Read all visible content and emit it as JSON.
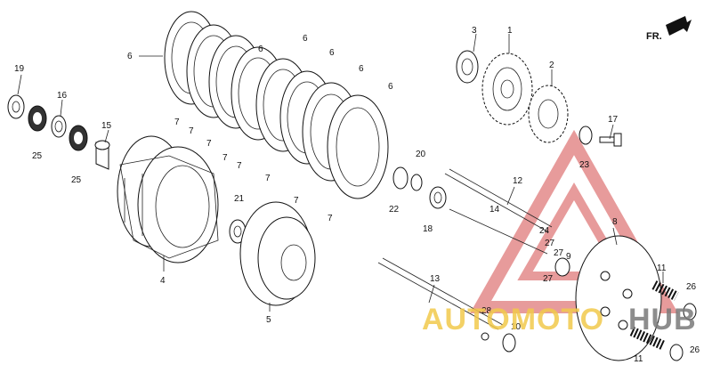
{
  "diagram": {
    "direction_label": "FR.",
    "watermark": {
      "text_a": "AUTOMOTO",
      "text_b": "HUB",
      "color_a": "#f2c94c",
      "color_b": "#7a7a7a",
      "triangle_color": "#e07a7a"
    },
    "callouts": [
      {
        "id": "c1",
        "text": "1"
      },
      {
        "id": "c2",
        "text": "2"
      },
      {
        "id": "c3",
        "text": "3"
      },
      {
        "id": "c4",
        "text": "4"
      },
      {
        "id": "c5",
        "text": "5"
      },
      {
        "id": "c6a",
        "text": "6"
      },
      {
        "id": "c6b",
        "text": "6"
      },
      {
        "id": "c6c",
        "text": "6"
      },
      {
        "id": "c6d",
        "text": "6"
      },
      {
        "id": "c6e",
        "text": "6"
      },
      {
        "id": "c6f",
        "text": "6"
      },
      {
        "id": "c7a",
        "text": "7"
      },
      {
        "id": "c7b",
        "text": "7"
      },
      {
        "id": "c7c",
        "text": "7"
      },
      {
        "id": "c7d",
        "text": "7"
      },
      {
        "id": "c7e",
        "text": "7"
      },
      {
        "id": "c7f",
        "text": "7"
      },
      {
        "id": "c7g",
        "text": "7"
      },
      {
        "id": "c7h",
        "text": "7"
      },
      {
        "id": "c8",
        "text": "8"
      },
      {
        "id": "c9",
        "text": "9"
      },
      {
        "id": "c10",
        "text": "10"
      },
      {
        "id": "c11a",
        "text": "11"
      },
      {
        "id": "c11b",
        "text": "11"
      },
      {
        "id": "c12",
        "text": "12"
      },
      {
        "id": "c13",
        "text": "13"
      },
      {
        "id": "c14",
        "text": "14"
      },
      {
        "id": "c15",
        "text": "15"
      },
      {
        "id": "c16",
        "text": "16"
      },
      {
        "id": "c17",
        "text": "17"
      },
      {
        "id": "c18",
        "text": "18"
      },
      {
        "id": "c19",
        "text": "19"
      },
      {
        "id": "c20",
        "text": "20"
      },
      {
        "id": "c21",
        "text": "21"
      },
      {
        "id": "c22",
        "text": "22"
      },
      {
        "id": "c23",
        "text": "23"
      },
      {
        "id": "c24",
        "text": "24"
      },
      {
        "id": "c25a",
        "text": "25"
      },
      {
        "id": "c25b",
        "text": "25"
      },
      {
        "id": "c26a",
        "text": "26"
      },
      {
        "id": "c26b",
        "text": "26"
      },
      {
        "id": "c27a",
        "text": "27"
      },
      {
        "id": "c27b",
        "text": "27"
      },
      {
        "id": "c27c",
        "text": "27"
      },
      {
        "id": "c28",
        "text": "28"
      }
    ]
  }
}
